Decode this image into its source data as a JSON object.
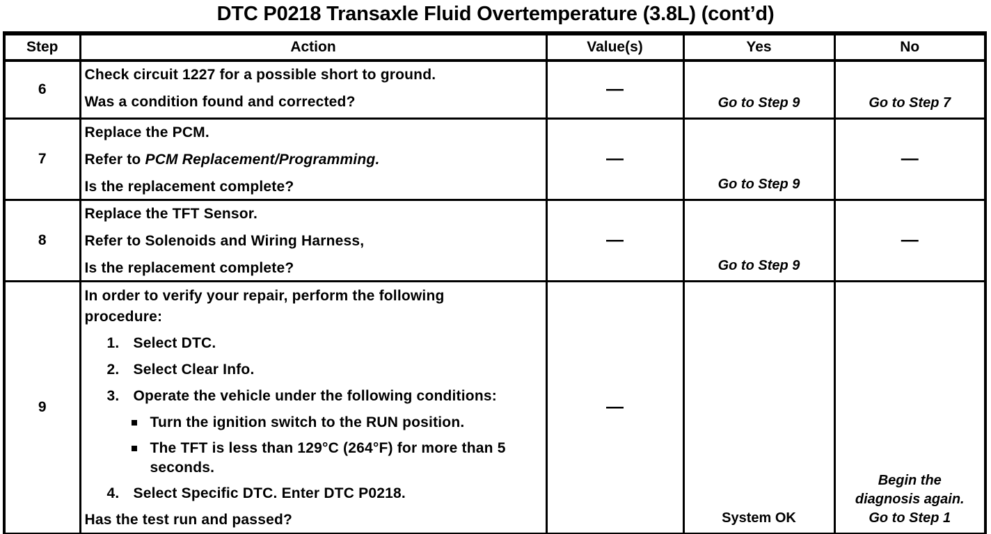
{
  "title": "DTC P0218 Transaxle Fluid Overtemperature (3.8L) (cont’d)",
  "table": {
    "headers": {
      "step": "Step",
      "action": "Action",
      "values": "Value(s)",
      "yes": "Yes",
      "no": "No"
    },
    "rows": {
      "r6": {
        "step": "6",
        "line1": "Check circuit 1227 for a possible short to ground.",
        "question": "Was a condition found and corrected?",
        "value": "—",
        "yes": "Go to Step 9",
        "no": "Go to Step 7"
      },
      "r7": {
        "step": "7",
        "line1": "Replace the PCM.",
        "refer_prefix": "Refer to ",
        "refer_italic": "PCM Replacement/Programming.",
        "question": "Is the replacement complete?",
        "value": "—",
        "yes": "Go to Step 9",
        "no": "—"
      },
      "r8": {
        "step": "8",
        "line1": "Replace the TFT Sensor.",
        "line2": "Refer to Solenoids and Wiring Harness,",
        "question": "Is the replacement complete?",
        "value": "—",
        "yes": "Go to Step 9",
        "no": "—"
      },
      "r9": {
        "step": "9",
        "intro": "In order to verify your repair, perform the following procedure:",
        "item1_num": "1.",
        "item1": "Select DTC.",
        "item2_num": "2.",
        "item2": "Select Clear Info.",
        "item3_num": "3.",
        "item3": "Operate the vehicle under the following conditions:",
        "bullet1": "Turn the ignition switch to the RUN position.",
        "bullet2": "The TFT is less than 129°C (264°F) for more than 5 seconds.",
        "item4_num": "4.",
        "item4": "Select Specific DTC. Enter DTC P0218.",
        "question": "Has the test run and passed?",
        "value": "—",
        "yes": "System OK",
        "no_line1": "Begin the diagnosis again.",
        "no_line2": "Go to Step 1"
      }
    }
  }
}
